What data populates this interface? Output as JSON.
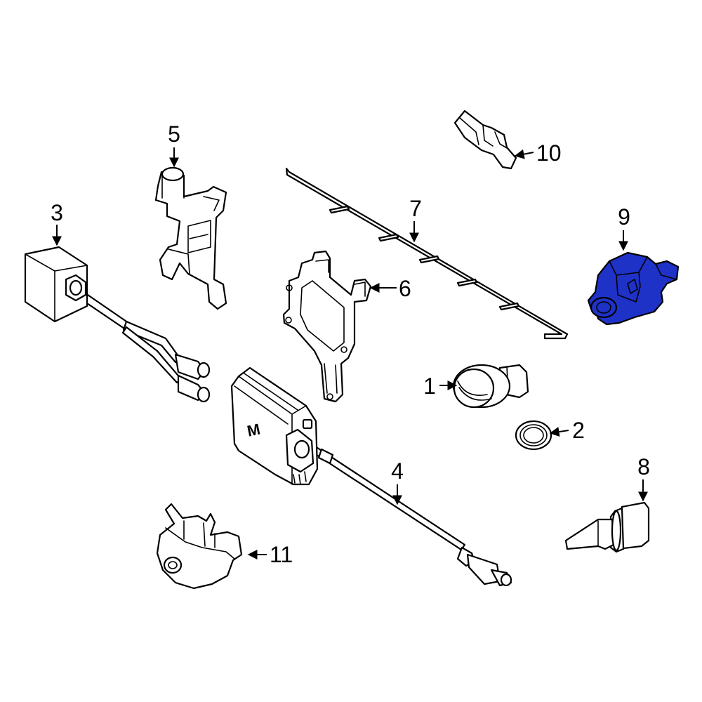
{
  "colors": {
    "line": "#000000",
    "background": "#ffffff",
    "highlight": "#1e32c8"
  },
  "highlighted_part": "9",
  "callouts": [
    {
      "id": "p1",
      "label": "1"
    },
    {
      "id": "p2",
      "label": "2"
    },
    {
      "id": "p3",
      "label": "3"
    },
    {
      "id": "p4",
      "label": "4"
    },
    {
      "id": "p5",
      "label": "5"
    },
    {
      "id": "p6",
      "label": "6"
    },
    {
      "id": "p7",
      "label": "7"
    },
    {
      "id": "p8",
      "label": "8"
    },
    {
      "id": "p9",
      "label": "9"
    },
    {
      "id": "p10",
      "label": "10"
    },
    {
      "id": "p11",
      "label": "11"
    }
  ],
  "module_logo": "M"
}
